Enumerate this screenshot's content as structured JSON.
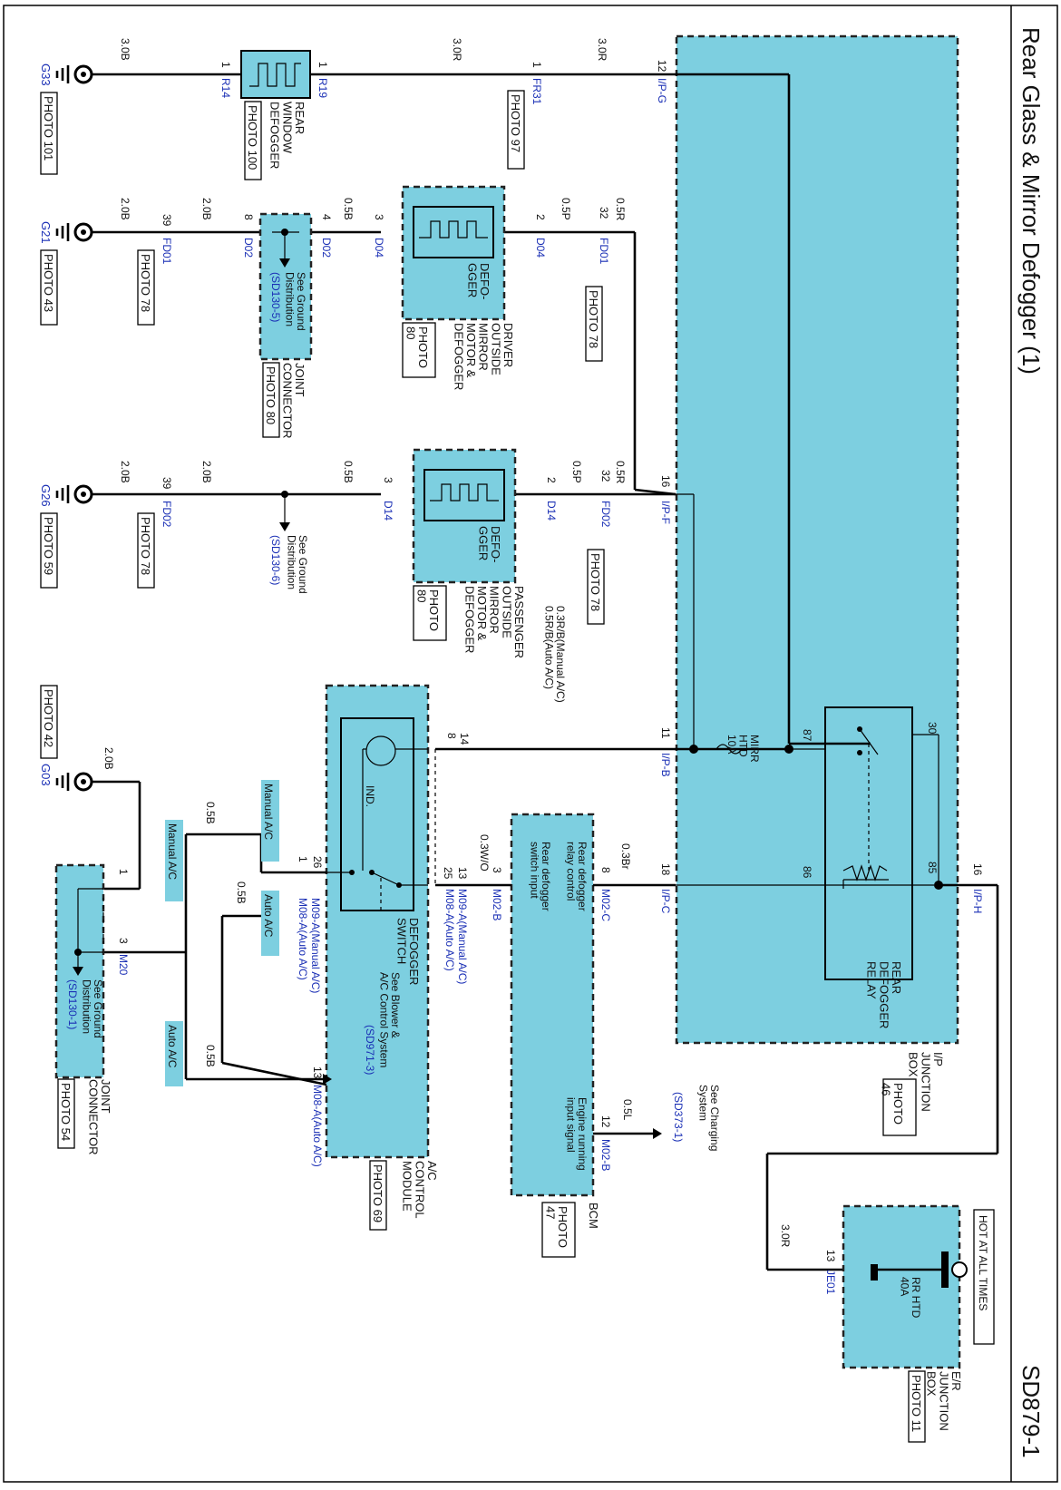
{
  "title": "Rear Glass & Mirror Defogger (1)",
  "page_code": "SD879-1",
  "ij_box": {
    "name": "I/P\nJUNCTION\nBOX",
    "photo": "PHOTO\n46"
  },
  "er_box": {
    "name": "E/R\nJUNCTION\nBOX",
    "photo": "PHOTO 11",
    "hot_label": "HOT AT ALL TIMES",
    "fuse": "RR HTD\n40A",
    "pin": "13",
    "connector": "JE01",
    "wire": "3.0R"
  },
  "relay": {
    "name": "REAR\nDEFOGGER\nRELAY",
    "pins": [
      "30",
      "87",
      "86",
      "85"
    ]
  },
  "mirr_fuse": "MIRR\nHTD\n10A",
  "ip_pins": [
    {
      "pin": "12",
      "conn": "I/P-G"
    },
    {
      "pin": "16",
      "conn": "I/P-F"
    },
    {
      "pin": "11",
      "conn": "I/P-B"
    },
    {
      "pin": "18",
      "conn": "I/P-C"
    },
    {
      "pin": "16",
      "conn": "I/P-H"
    }
  ],
  "rear_defogger": {
    "name": "REAR\nWINDOW\nDEFOGGER",
    "photo": "PHOTO 100",
    "ground": "G33",
    "ground_photo": "PHOTO 101",
    "left_pin": "1",
    "left_conn": "R14",
    "right_pin": "1",
    "right_conn": "R19",
    "wire_ground": "3.0B",
    "wire_mid": "3.0R",
    "wire_right": "3.0R",
    "fr_pin": "1",
    "fr_conn": "FR31",
    "fr_photo": "PHOTO 97"
  },
  "driver_mirror": {
    "name": "DRIVER\nOUTSIDE\nMIRROR\nMOTOR &\nDEFOGGER",
    "photo": "PHOTO\n80",
    "inner": "DEFO-\nGGER",
    "ground": "G21",
    "ground_photo": "PHOTO 43",
    "pins": [
      "39",
      "8",
      "4",
      "3",
      "2",
      "32"
    ],
    "conns": [
      "FD01",
      "D02",
      "D02",
      "D04",
      "D04",
      "FD01"
    ],
    "wires": [
      "2.0B",
      "2.0B",
      "0.5B",
      "0.5P",
      "0.5R"
    ],
    "fd_photo": "PHOTO 78",
    "fd_photo2": "PHOTO 78",
    "joint": "JOINT\nCONNECTOR",
    "joint_photo": "PHOTO 80",
    "see_ground": "See Ground\nDistribution",
    "see_ref": "(SD130-5)"
  },
  "passenger_mirror": {
    "name": "PASSENGER\nOUTSIDE\nMIRROR\nMOTOR &\nDEFOGGER",
    "photo": "PHOTO\n80",
    "inner": "DEFO-\nGGER",
    "ground": "G26",
    "ground_photo": "PHOTO 59",
    "pins": [
      "39",
      "3",
      "2",
      "32"
    ],
    "conns": [
      "FD02",
      "D14",
      "D14",
      "FD02"
    ],
    "wires": [
      "2.0B",
      "2.0B",
      "0.5B",
      "0.5P",
      "0.5R"
    ],
    "fd_photo": "PHOTO 78",
    "fd_photo2": "PHOTO 78",
    "see_ground": "See Ground\nDistribution",
    "see_ref": "(SD130-6)"
  },
  "wire_b": "0.3R/B(Manual A/C)\n0.5R/B(Auto A/C)",
  "defogger_switch": {
    "name": "DEFOGGER\nSWITCH",
    "ind": "IND."
  },
  "ac_module": {
    "name": "A/C\nCONTROL\nMODULE",
    "photo": "PHOTO 69",
    "see": "See Blower &\nA/C Control System",
    "see_ref": "(SD971-3)"
  },
  "ac_pins": [
    {
      "pin": "14",
      "alt": "8"
    },
    {
      "pin": "26",
      "alt": "1"
    },
    {
      "pin": "13",
      "alt": "25"
    },
    {
      "pin": "13",
      "alt": ""
    }
  ],
  "ac_conn_labels": {
    "m09_manual": "M09-A(Manual A/C)",
    "m08_auto": "M08-A(Auto A/C)",
    "m09_manual2": "M09-A(Manual A/C)",
    "m08_auto2": "M08-A(Auto A/C)",
    "m08_auto3": "M08-A(Auto A/C)"
  },
  "wire_o": "0.3W/O",
  "bcm": {
    "name": "BCM",
    "photo": "PHOTO\n47",
    "relay_ctrl": "Rear defogger\nrelay control",
    "switch_input": "Rear defogger\nswitch input",
    "engine_sig": "Engine running\ninput signal",
    "pins": [
      "8",
      "3",
      "12"
    ],
    "conns": [
      "M02-C",
      "M02-B",
      "M02-B"
    ],
    "wires": [
      "0.3Br",
      "0.5L"
    ]
  },
  "charging": {
    "text": "See Charging\nSystem",
    "ref": "(SD373-1)"
  },
  "ground_g03": {
    "ground": "G03",
    "photo": "PHOTO 42",
    "wire": "2.0B"
  },
  "joint_m20": {
    "name": "JOINT\nCONNECTOR",
    "photo": "PHOTO 54",
    "conn": "M20",
    "pins": [
      "1",
      "3"
    ],
    "see": "See Ground\nDistribution",
    "see_ref": "(SD130-1)"
  },
  "ac_labels": {
    "manual": "Manual A/C",
    "auto": "Auto A/C",
    "wire": "0.5B"
  }
}
